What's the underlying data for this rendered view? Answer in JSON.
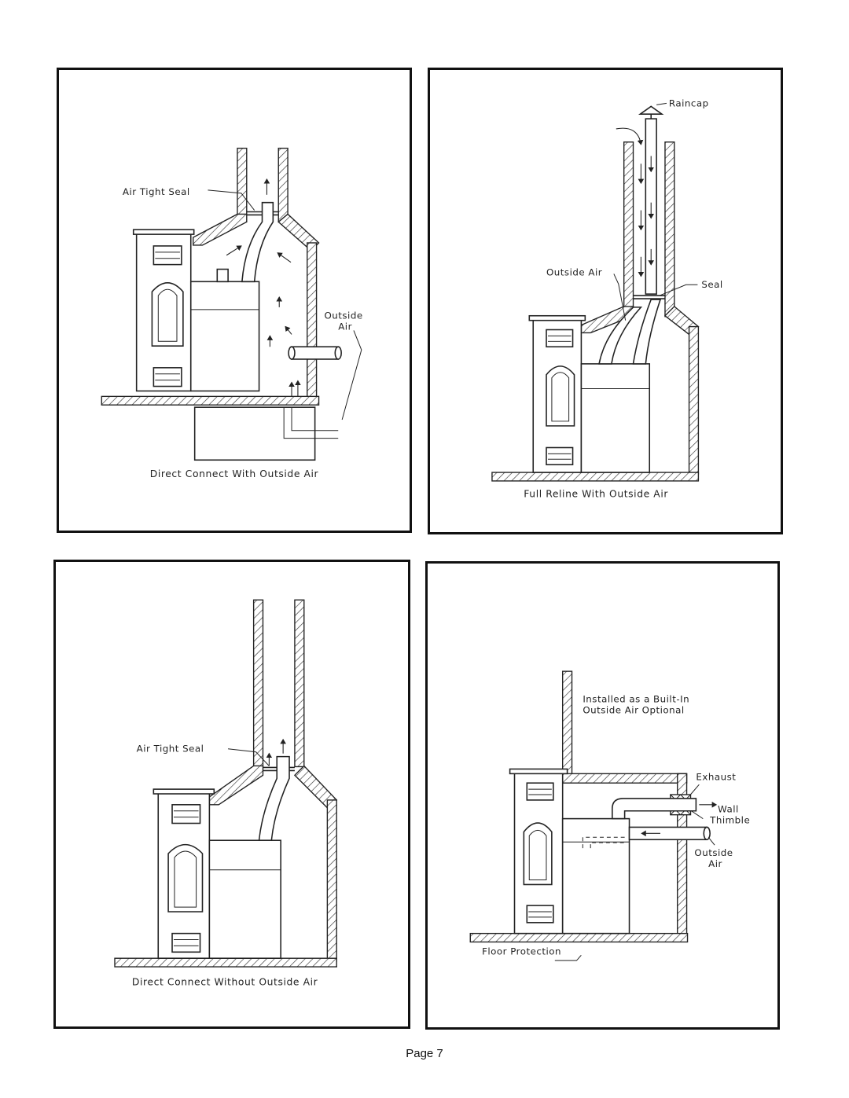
{
  "panels": {
    "top_left": {
      "caption": "Direct Connect With Outside Air",
      "labels": {
        "seal": "Air Tight Seal",
        "outside_air_1": "Outside",
        "outside_air_2": "Air"
      }
    },
    "top_right": {
      "caption": "Full Reline With Outside Air",
      "labels": {
        "raincap": "Raincap",
        "outside_air": "Outside Air",
        "seal": "Seal"
      }
    },
    "bottom_left": {
      "caption": "Direct Connect Without Outside Air",
      "labels": {
        "seal": "Air Tight Seal"
      }
    },
    "bottom_right": {
      "labels": {
        "builtin_1": "Installed as a Built-In",
        "builtin_2": "Outside Air Optional",
        "exhaust": "Exhaust",
        "wall": "Wall",
        "thimble": "Thimble",
        "outside_1": "Outside",
        "outside_2": "Air",
        "floor": "Floor Protection"
      }
    }
  },
  "page_label": "Page 7"
}
